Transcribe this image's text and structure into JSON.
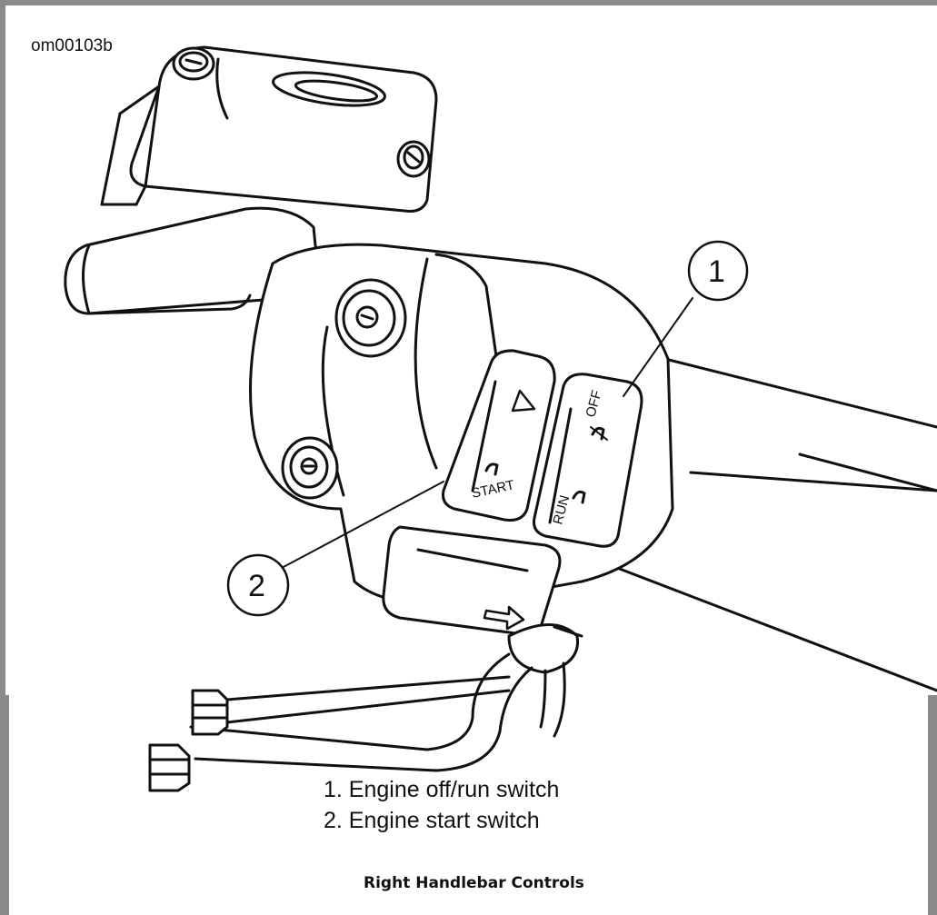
{
  "figure": {
    "id": "om00103b",
    "caption": "Right Handlebar Controls",
    "legend": [
      {
        "number": "1",
        "text": "1. Engine off/run switch"
      },
      {
        "number": "2",
        "text": "2. Engine start switch"
      }
    ]
  },
  "callouts": [
    {
      "label": "1"
    },
    {
      "label": "2"
    }
  ],
  "switches": {
    "start_label": "START",
    "off_label": "OFF",
    "run_label": "RUN"
  },
  "icons": [
    "hazard-triangle-icon",
    "turn-signal-arrow-icon",
    "screw-icon"
  ]
}
